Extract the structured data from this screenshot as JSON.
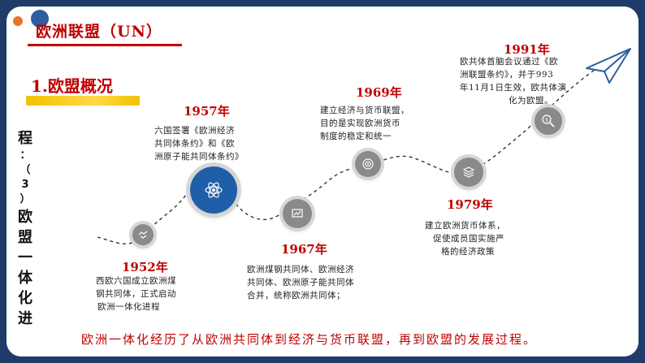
{
  "header": {
    "title": "欧洲联盟（UN）"
  },
  "section": {
    "title": "1.欧盟概况"
  },
  "side_label": {
    "chars": [
      "程",
      "：",
      "（",
      "3",
      "）",
      "欧",
      "盟",
      "一",
      "体",
      "化",
      "进"
    ]
  },
  "timeline": [
    {
      "year": "1952年",
      "lines": [
        "西欧六国成立欧洲煤",
        "钢共同体，正式启动",
        "欧洲一体化进程"
      ],
      "icon": "handshake-icon"
    },
    {
      "year": "1957年",
      "lines": [
        "六国签署《欧洲经济",
        "共同体条约》和《欧",
        "洲原子能共同体条约》"
      ],
      "icon": "atom-icon"
    },
    {
      "year": "1967年",
      "lines": [
        "欧洲煤钢共同体、欧洲经济",
        "共同体、欧洲原子能共同体",
        "合并，统称欧洲共同体；"
      ],
      "icon": "chart-icon"
    },
    {
      "year": "1969年",
      "lines": [
        "建立经济与货币联盟，",
        "目的是实现欧洲货币",
        "制度的稳定和统一"
      ],
      "icon": "target-icon"
    },
    {
      "year": "1979年",
      "lines": [
        "建立欧洲货币体系，",
        "促使成员国实施严",
        "格的经济政策"
      ],
      "icon": "layers-icon"
    },
    {
      "year": "1991年",
      "lines": [
        "欧共体首脑会议通过《欧",
        "洲联盟条约》，并于993",
        "年11月1日生效，欧共体演",
        "化为欧盟。"
      ],
      "icon": "money-search-icon"
    }
  ],
  "summary": "欧洲一体化经历了从欧洲共同体到经济与货币联盟，再到欧盟的发展过程。",
  "colors": {
    "accent_red": "#c00000",
    "node_gray": "#8a8a8a",
    "node_blue": "#1f5fa8",
    "frame_navy": "#1f3c68",
    "highlight_yellow": "#f2c200"
  }
}
